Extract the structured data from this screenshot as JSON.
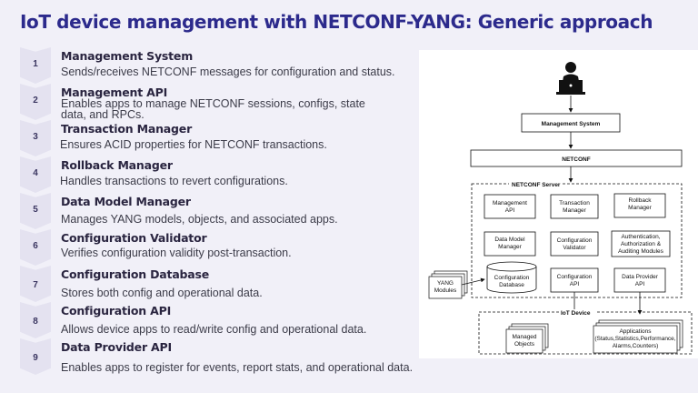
{
  "slide": {
    "title": "IoT device management with NETCONF-YANG: Generic approach"
  },
  "steps": [
    {
      "num": "1",
      "title": "Management System",
      "desc": "Sends/receives NETCONF messages for configuration and status."
    },
    {
      "num": "2",
      "title": "Management API",
      "desc": "Enables apps to manage NETCONF sessions, configs, state data, and RPCs."
    },
    {
      "num": "3",
      "title": "Transaction Manager",
      "desc": "Ensures ACID properties for NETCONF transactions."
    },
    {
      "num": "4",
      "title": "Rollback Manager",
      "desc": "Handles transactions to revert configurations."
    },
    {
      "num": "5",
      "title": "Data Model Manager",
      "desc": "Manages YANG models, objects, and associated apps."
    },
    {
      "num": "6",
      "title": "Configuration Validator",
      "desc": "Verifies configuration validity post-transaction."
    },
    {
      "num": "7",
      "title": "Configuration Database",
      "desc": "Stores both config and operational data."
    },
    {
      "num": "8",
      "title": "Configuration API",
      "desc": "Allows device apps to read/write config and operational data."
    },
    {
      "num": "9",
      "title": "Data Provider API",
      "desc": "Enables apps to register for events, report stats, and operational data."
    }
  ],
  "diagram": {
    "management_system": "Management System",
    "netconf": "NETCONF",
    "netconf_server": "NETCONF Server",
    "management_api": [
      "Management",
      "API"
    ],
    "transaction_manager": [
      "Transaction",
      "Manager"
    ],
    "rollback_manager": [
      "Rollback",
      "Manager"
    ],
    "data_model_manager": [
      "Data Model",
      "Manager"
    ],
    "configuration_validator": [
      "Configuration",
      "Validator"
    ],
    "auth_modules": [
      "Authentication,",
      "Authorization &",
      "Auditing Modules"
    ],
    "configuration_database": [
      "Configuration",
      "Database"
    ],
    "configuration_api": [
      "Configuration",
      "API"
    ],
    "data_provider_api": [
      "Data Provider",
      "API"
    ],
    "yang_modules": [
      "YANG",
      "Modules"
    ],
    "iot_device": "IoT Device",
    "managed_objects": [
      "Managed",
      "Objects"
    ],
    "applications": [
      "Applications",
      "(Status,Statistics,Performance,",
      "Alarms,Counters)"
    ]
  }
}
